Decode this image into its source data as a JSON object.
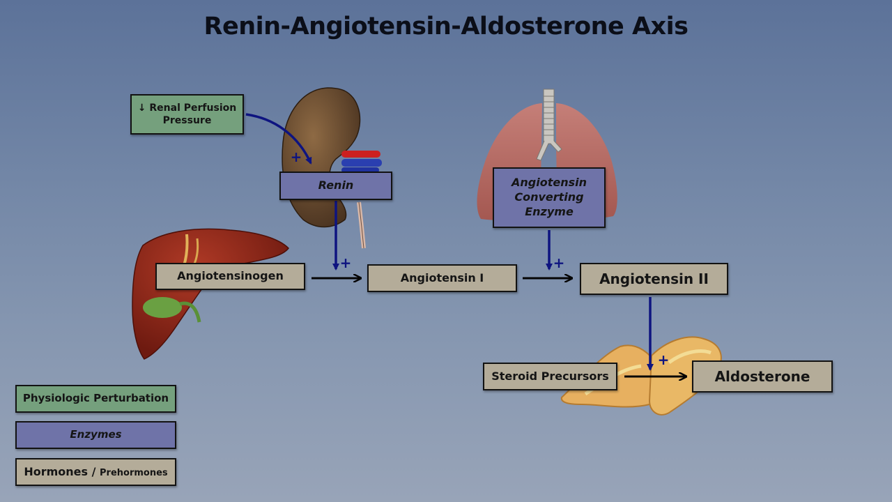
{
  "title": "Renin-Angiotensin-Aldosterone Axis",
  "nodes": {
    "renal_perfusion": "↓ Renal Perfusion Pressure",
    "renin": "Renin",
    "ace": "Angiotensin Converting Enzyme",
    "angiotensinogen": "Angiotensinogen",
    "angiotensin_1": "Angiotensin I",
    "angiotensin_2": "Angiotensin II",
    "steroid_precursors": "Steroid Precursors",
    "aldosterone": "Aldosterone"
  },
  "plus_sign": "+",
  "legend": {
    "physiologic": "Physiologic Perturbation",
    "enzymes": "Enzymes",
    "hormones": "Hormones",
    "separator": " / ",
    "prehormones": "Prehormones"
  },
  "colors": {
    "physiologic": "#75a07d",
    "enzyme": "#6f73a8",
    "hormone": "#b4ac99",
    "stimulus_arrow": "#0e1480",
    "reaction_arrow": "#050505"
  },
  "icons": [
    "kidney-icon",
    "lungs-icon",
    "liver-icon",
    "adrenal-gland-icon"
  ]
}
